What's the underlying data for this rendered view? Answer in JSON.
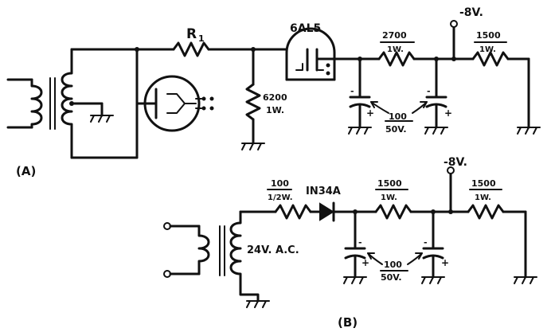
{
  "colors": {
    "ink": "#111111",
    "paper": "#ffffff"
  },
  "circuit_a": {
    "label": "(A)",
    "r1": "R",
    "r1_sub": "1",
    "tube": "6AL5",
    "r_6200_value": "6200",
    "r_6200_rating": "1W.",
    "r_2700_value": "2700",
    "r_2700_rating": "1W.",
    "r_1500_value": "1500",
    "r_1500_rating": "1W.",
    "supply": "-8V.",
    "cap_value": "100",
    "cap_rating": "50V."
  },
  "circuit_b": {
    "label": "(B)",
    "r_100_value": "100",
    "r_100_rating": "1/2W.",
    "diode": "IN34A",
    "transformer": "24V. A.C.",
    "r_1500a_value": "1500",
    "r_1500a_rating": "1W.",
    "r_1500b_value": "1500",
    "r_1500b_rating": "1W.",
    "supply": "-8V.",
    "cap_value": "100",
    "cap_rating": "50V."
  }
}
